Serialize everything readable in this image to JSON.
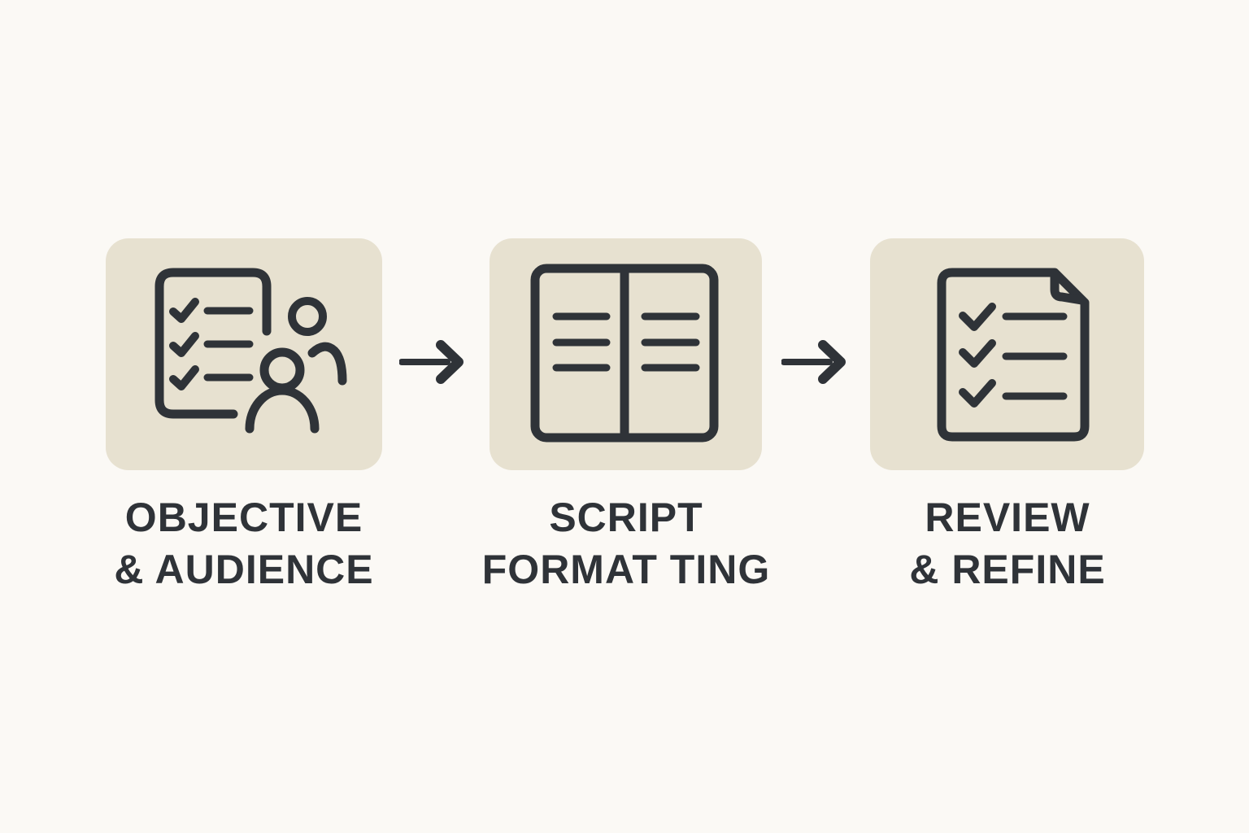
{
  "page": {
    "background_color": "#fbf9f5",
    "card_color": "#e7e1d0",
    "ink_color": "#2f3338"
  },
  "diagram": {
    "type": "process-flow",
    "direction": "left-to-right",
    "steps": [
      {
        "label_line1": "OBJECTIVE",
        "label_line2": "& AUDIENCE",
        "icon": "checklist-audience-icon"
      },
      {
        "label_line1": "SCRIPT",
        "label_line2": "FORMAT TING",
        "icon": "two-column-script-icon"
      },
      {
        "label_line1": "REVIEW",
        "label_line2": "& REFINE",
        "icon": "document-checklist-icon"
      }
    ],
    "connectors": [
      {
        "icon": "arrow-right-icon",
        "glyph": "→"
      },
      {
        "icon": "arrow-right-icon",
        "glyph": "→"
      }
    ]
  }
}
